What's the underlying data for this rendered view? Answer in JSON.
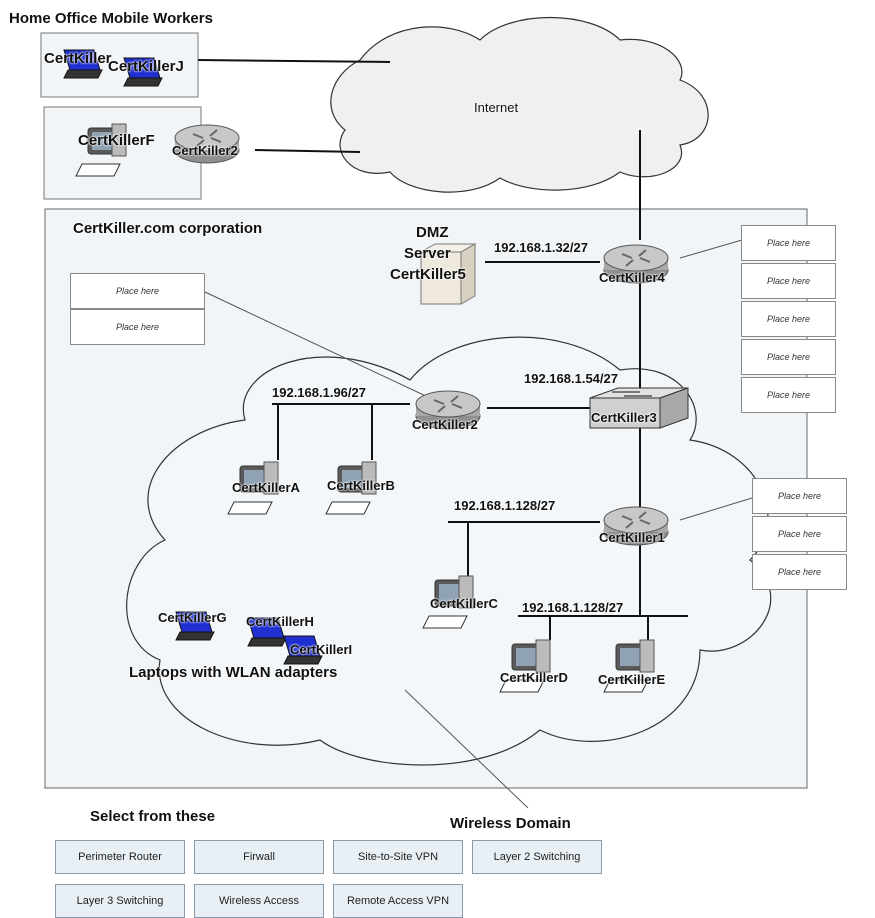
{
  "title": "Home Office Mobile Workers",
  "internet_label": "Internet",
  "corp_label": "CertKiller.com corporation",
  "dmz": {
    "line1": "DMZ",
    "line2": "Server",
    "line3": "CertKiller5"
  },
  "devices": {
    "home_laptop_1": "CertKiller",
    "home_laptop_2": "CertKillerJ",
    "home_pc_f": "CertKillerF",
    "home_router": "CertKiller2",
    "router_4": "CertKiller4",
    "switch_3": "CertKiller3",
    "router_2": "CertKiller2",
    "router_1": "CertKiller1",
    "pc_a": "CertKillerA",
    "pc_b": "CertKillerB",
    "pc_c": "CertKillerC",
    "pc_d": "CertKillerD",
    "pc_e": "CertKillerE",
    "laptop_g": "CertKillerG",
    "laptop_h": "CertKillerH",
    "laptop_i": "CertKillerI"
  },
  "subnets": {
    "dmz_net": "192.168.1.32/27",
    "net_96": "192.168.1.96/27",
    "net_54": "192.168.1.54/27",
    "net_128_a": "192.168.1.128/27",
    "net_128_b": "192.168.1.128/27"
  },
  "laptops_caption": "Laptops with WLAN adapters",
  "wireless_label": "Wireless Domain",
  "placeholder_text": "Place here",
  "select_title": "Select from these",
  "options": [
    "Perimeter Router",
    "Firwall",
    "Site-to-Site VPN",
    "Layer 2 Switching",
    "Layer 3 Switching",
    "Wireless Access",
    "Remote Access VPN"
  ],
  "colors": {
    "router": "#b8b8b8",
    "corp_bg": "#f2f5f8",
    "option_bg": "#e9f0f5",
    "laptop_screen": "#1f2fd0"
  }
}
